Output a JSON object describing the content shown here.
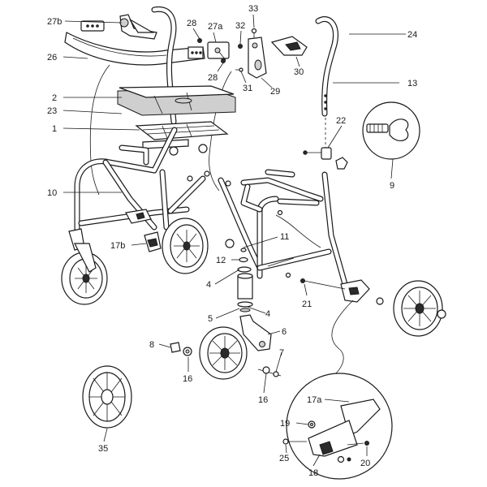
{
  "diagram": {
    "callouts": {
      "c27b": "27b",
      "c26": "26",
      "c28a": "28",
      "c27a": "27a",
      "c33": "33",
      "c32": "32",
      "c24": "24",
      "c28b": "28",
      "c31": "31",
      "c29": "29",
      "c30": "30",
      "c13": "13",
      "c2": "2",
      "c23": "23",
      "c1": "1",
      "c22": "22",
      "c9": "9",
      "c10": "10",
      "c11": "11",
      "c17b": "17b",
      "c12": "12",
      "c4a": "4",
      "c21": "21",
      "c5": "5",
      "c4b": "4",
      "c6": "6",
      "c8": "8",
      "c7": "7",
      "c16a": "16",
      "c16b": "16",
      "c35": "35",
      "c17a": "17a",
      "c19": "19",
      "c25": "25",
      "c18": "18",
      "c20": "20"
    }
  }
}
